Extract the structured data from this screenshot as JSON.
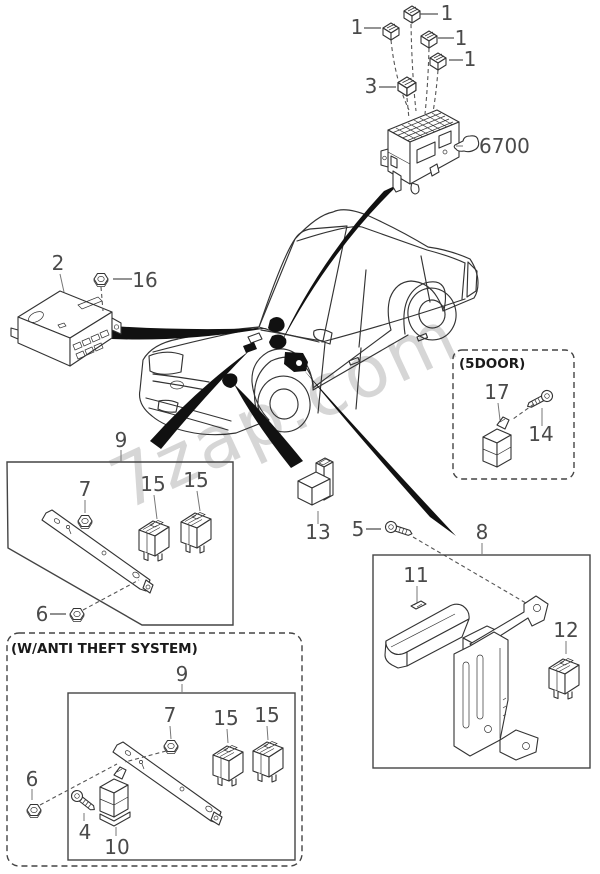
{
  "watermark": {
    "text": "7zap.com"
  },
  "group_boxes": {
    "five_door_label": "(5DOOR)",
    "anti_theft_label": "(W/ANTI THEFT SYSTEM)"
  },
  "callouts": {
    "c1a": "1",
    "c1b": "1",
    "c1c": "1",
    "c1d": "1",
    "c3": "3",
    "fusebox_ref": "6700",
    "c2": "2",
    "c16": "16",
    "c9_upper": "9",
    "c7_upper": "7",
    "c15a_upper": "15",
    "c15b_upper": "15",
    "c6_upper": "6",
    "c13": "13",
    "c5": "5",
    "c17": "17",
    "c14": "14",
    "c8": "8",
    "c11": "11",
    "c12": "12",
    "c9_lower": "9",
    "c7_lower": "7",
    "c15a_lower": "15",
    "c15b_lower": "15",
    "c6_lower": "6",
    "c4": "4",
    "c10": "10"
  },
  "icons": {
    "fusebox_ref_icon": "pointing-hand-icon"
  },
  "colors": {
    "line": "#333333",
    "label": "#4a4a4a",
    "marker_black": "#111111",
    "watermark": "#9e9e9e",
    "background": "#ffffff"
  }
}
